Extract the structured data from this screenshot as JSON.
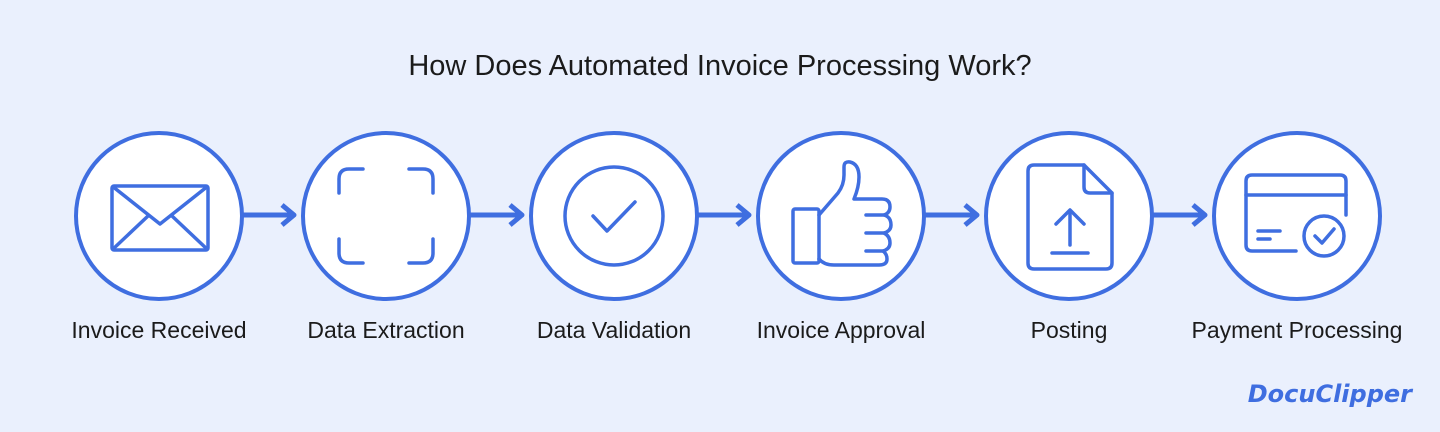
{
  "title": "How Does Automated Invoice Processing Work?",
  "accent_color": "#3f6ee0",
  "steps": [
    {
      "label": "Invoice Received",
      "icon": "envelope-icon"
    },
    {
      "label": "Data Extraction",
      "icon": "scan-frame-icon"
    },
    {
      "label": "Data Validation",
      "icon": "checkmark-icon"
    },
    {
      "label": "Invoice Approval",
      "icon": "thumbs-up-icon"
    },
    {
      "label": "Posting",
      "icon": "file-upload-icon"
    },
    {
      "label": "Payment Processing",
      "icon": "card-check-icon"
    }
  ],
  "logo": "DocuClipper"
}
